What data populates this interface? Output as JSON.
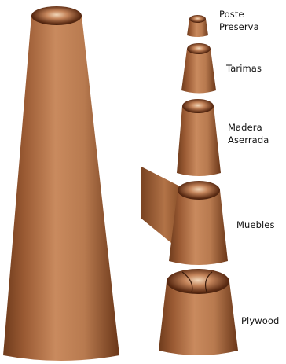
{
  "labels": {
    "poste": "Poste\nPreserva",
    "tarimas": "Tarimas",
    "madera": "Madera\nAserrada",
    "muebles": "Muebles",
    "plywood": "Plywood"
  },
  "colors": {
    "wood_light": "#c98a5e",
    "wood_mid": "#a9693f",
    "wood_dark": "#6e3b1c",
    "interior_dark": "#3a1a0a",
    "interior_light": "#e8c7a8"
  }
}
